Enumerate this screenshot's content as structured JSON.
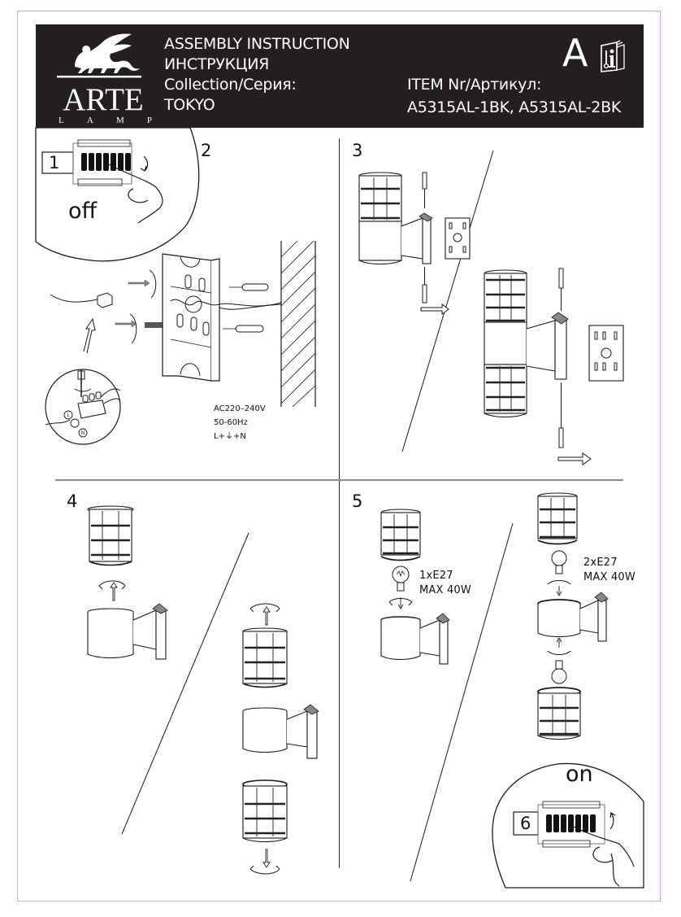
{
  "header": {
    "brand": {
      "name": "ARTE",
      "sub_letters": [
        "L",
        "A",
        "M",
        "P"
      ]
    },
    "title_lines": [
      "ASSEMBLY INSTRUCTION",
      "ИНСТРУКЦИЯ",
      "Collection/Серия:",
      "TOKYO"
    ],
    "item_label": "ITEM Nr/Артикул:",
    "item_numbers": "A5315AL-1BK, A5315AL-2BK",
    "category_letter": "A",
    "manual_icon": "instruction-book-icon"
  },
  "colors": {
    "header_bg": "#231f20",
    "page_border": "#e89ccf",
    "line": "#1a1a1a",
    "divider": "#8c8c8c"
  },
  "steps": [
    {
      "number": "1",
      "caption": "off"
    },
    {
      "number": "2",
      "power_spec": [
        "AC220–240V",
        "50-60Hz",
        "L+⏚+N"
      ]
    },
    {
      "number": "3"
    },
    {
      "number": "4"
    },
    {
      "number": "5",
      "single_bulb": [
        "1xE27",
        "MAX 40W"
      ],
      "double_bulb": [
        "2xE27",
        "MAX 40W"
      ]
    },
    {
      "number": "6",
      "caption": "on"
    }
  ]
}
